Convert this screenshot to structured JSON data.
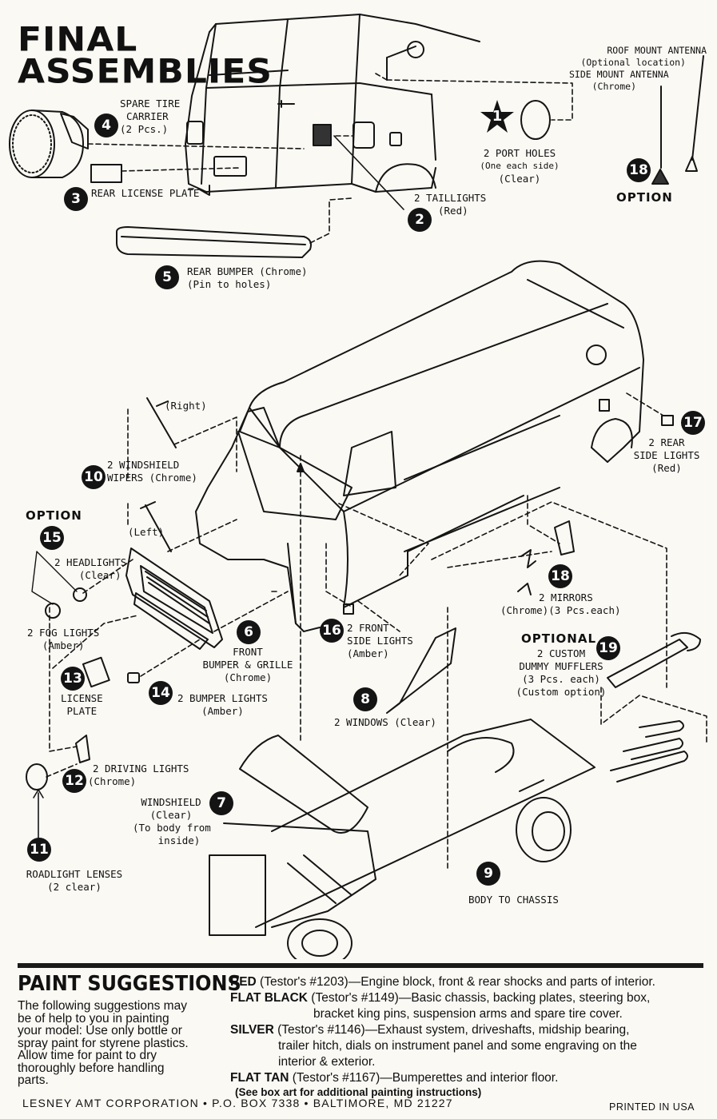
{
  "title": {
    "line1": "FINAL",
    "line2": "ASSEMBLIES"
  },
  "parts": {
    "p1": {
      "number": "1",
      "label": "2 PORT HOLES",
      "sub1": "(One each side)",
      "sub2": "(Clear)"
    },
    "p2": {
      "number": "2",
      "label": "2 TAILLIGHTS",
      "sub1": "(Red)"
    },
    "p3": {
      "number": "3",
      "label": "REAR LICENSE PLATE"
    },
    "p4": {
      "number": "4",
      "label": "SPARE TIRE",
      "sub1": "CARRIER",
      "sub2": "(2 Pcs.)"
    },
    "p5": {
      "number": "5",
      "label": "REAR BUMPER (Chrome)",
      "sub1": "(Pin to holes)"
    },
    "p6": {
      "number": "6",
      "label": "FRONT",
      "sub1": "BUMPER & GRILLE",
      "sub2": "(Chrome)"
    },
    "p7": {
      "number": "7",
      "label": "WINDSHIELD",
      "sub1": "(Clear)",
      "sub2": "(To body from",
      "sub3": "inside)"
    },
    "p8": {
      "number": "8",
      "label": "2 WINDOWS (Clear)"
    },
    "p9": {
      "number": "9",
      "label": "BODY TO CHASSIS"
    },
    "p10": {
      "number": "10",
      "label": "2 WINDSHIELD",
      "sub1": "WIPERS (Chrome)",
      "right": "(Right)",
      "left": "(Left)"
    },
    "p11": {
      "number": "11",
      "label": "ROADLIGHT LENSES",
      "sub1": "(2 clear)"
    },
    "p12": {
      "number": "12",
      "label": "2 DRIVING LIGHTS",
      "sub1": "(Chrome)"
    },
    "p13": {
      "number": "13",
      "label": "LICENSE",
      "sub1": "PLATE"
    },
    "p14": {
      "number": "14",
      "label": "2 BUMPER LIGHTS",
      "sub1": "(Amber)"
    },
    "p15": {
      "number": "15",
      "label": "2 HEADLIGHTS",
      "sub1": "(Clear)",
      "fog": "2 FOG LIGHTS",
      "fog_sub": "(Amber)"
    },
    "p16": {
      "number": "16",
      "label": "2 FRONT",
      "sub1": "SIDE LIGHTS",
      "sub2": "(Amber)"
    },
    "p17": {
      "number": "17",
      "label": "2 REAR",
      "sub1": "SIDE LIGHTS",
      "sub2": "(Red)"
    },
    "p18a": {
      "number": "18",
      "label": "ROOF MOUNT ANTENNA",
      "sub1": "(Optional location)",
      "label2": "SIDE MOUNT ANTENNA",
      "sub2": "(Chrome)"
    },
    "p18b": {
      "number": "18",
      "label": "2 MIRRORS",
      "sub1": "(Chrome)(3 Pcs.each)"
    },
    "p19": {
      "number": "19",
      "label": "2 CUSTOM",
      "sub1": "DUMMY MUFFLERS",
      "sub2": "(3 Pcs. each)",
      "sub3": "(Custom option)"
    }
  },
  "options": {
    "option_15": "OPTION",
    "option_18": "OPTION",
    "optional_19": "OPTIONAL"
  },
  "paint": {
    "title": "PAINT SUGGESTIONS",
    "intro": "The following suggestions may be of help to you in painting your model: Use only bottle or spray paint for styrene plastics. Allow time for paint to dry thoroughly before handling parts.",
    "items": [
      {
        "color": "RED",
        "code": " (Testor's #1203)",
        "text": "—Engine block, front & rear shocks and parts of interior."
      },
      {
        "color": "FLAT BLACK",
        "code": " (Testor's #1149)",
        "text": "—Basic chassis, backing plates, steering box,",
        "cont": "bracket king pins, suspension arms and spare tire cover."
      },
      {
        "color": "SILVER",
        "code": " (Testor's #1146)",
        "text": "—Exhaust system, driveshafts, midship bearing,",
        "cont": "trailer hitch, dials on instrument panel and some engraving on the",
        "cont2": "interior & exterior."
      },
      {
        "color": "FLAT TAN",
        "code": " (Testor's #1167)",
        "text": "—Bumperettes and interior floor."
      }
    ],
    "note": "(See box art for additional painting instructions)"
  },
  "footer": {
    "company": "LESNEY AMT CORPORATION • P.O. BOX 7338 • BALTIMORE, MD 21227",
    "printed": "PRINTED IN USA"
  }
}
